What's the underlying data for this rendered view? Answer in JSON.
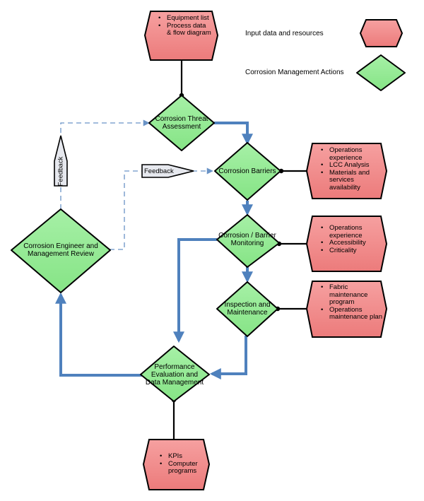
{
  "legend": {
    "input_label": "Input data and resources",
    "action_label": "Corrosion Management Actions",
    "input_color": "#F08080",
    "action_color": "#90EE90"
  },
  "colors": {
    "connector": "#4F81BD",
    "outline": "#000000"
  },
  "inputs": {
    "top": [
      "Equipment list",
      "Process data & flow diagram"
    ],
    "barriers": [
      "Operations experience",
      "LCC Analysis",
      "Materials and services availability"
    ],
    "monitoring": [
      "Operations experience",
      "Accessibility",
      "Criticality"
    ],
    "inspection": [
      "Fabric maintenance program",
      "Operations maintenance plan"
    ],
    "performance": [
      "KPIs",
      "Computer programs"
    ]
  },
  "actions": {
    "threat": "Corrosion Threat Assessment",
    "barriers": "Corrosion Barriers",
    "monitoring": "Corrosion / Barrier Monitoring",
    "inspection": "Inspection and Maintenance",
    "performance": "Performance Evaluation and Data Management",
    "review": "Corrosion Engineer and Management Review"
  },
  "feedback": {
    "vertical": "Feedback",
    "horizontal": "Feedback"
  }
}
